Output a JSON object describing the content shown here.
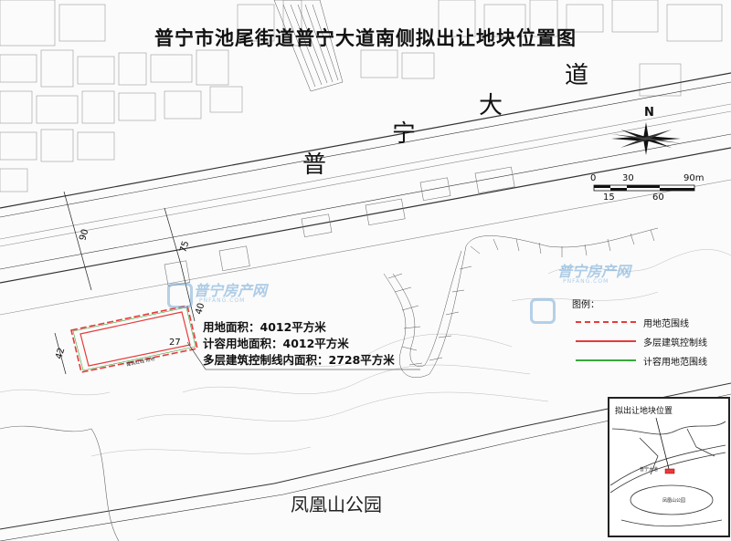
{
  "title": "普宁市池尾街道普宁大道南侧拟出让地块位置图",
  "road_name_chars": [
    "普",
    "宁",
    "大",
    "道"
  ],
  "parcel_stats": [
    "用地面积：4012平方米",
    "计容用地面积：4012平方米",
    "多层建筑控制线内面积：2728平方米"
  ],
  "dimensions": [
    "90",
    "75",
    "40",
    "42",
    "27"
  ],
  "plot_tag": "建筑红线 用地",
  "scale_bar": {
    "top_labels": [
      "0",
      "30",
      "90m"
    ],
    "bottom_labels": [
      "15",
      "60"
    ]
  },
  "north_label": "N",
  "legend": {
    "title": "图例：",
    "items": [
      {
        "label": "用地范围线",
        "color": "#e83a3a",
        "style": "dashed"
      },
      {
        "label": "多层建筑控制线",
        "color": "#e83a3a",
        "style": "solid"
      },
      {
        "label": "计容用地范围线",
        "color": "#3aa63a",
        "style": "solid"
      }
    ]
  },
  "park_label": "凤凰山公园",
  "inset": {
    "title": "拟出让地块位置",
    "road_label": "普宁大道",
    "park_label": "凤凰山公园"
  },
  "watermark": {
    "brand": "普宁房产网",
    "sub": "PNFANG.COM"
  },
  "colors": {
    "boundary": "#e83a3a",
    "control_line": "#e83a3a",
    "far_line": "#3aa63a",
    "watermark": "#6ea6d6"
  }
}
